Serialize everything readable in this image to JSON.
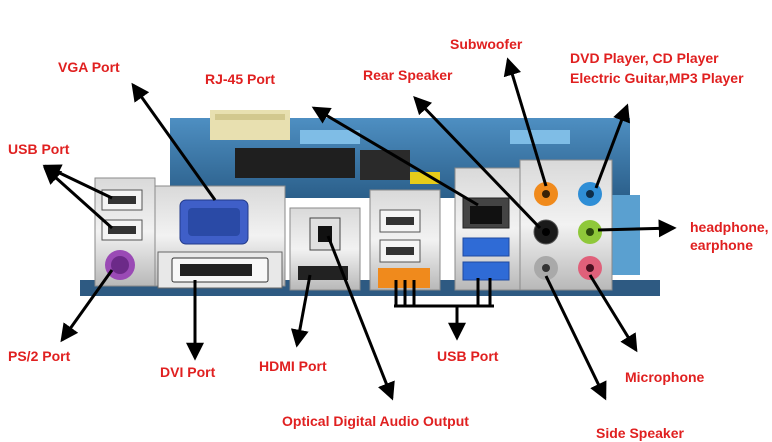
{
  "labels": {
    "vga": "VGA Port",
    "rj45": "RJ-45 Port",
    "rear_speaker": "Rear Speaker",
    "subwoofer": "Subwoofer",
    "dvd_line1": "DVD Player, CD Player",
    "dvd_line2": "Electric Guitar,MP3 Player",
    "usb_left": "USB Port",
    "headphone_line1": "headphone,",
    "headphone_line2": "earphone",
    "ps2": "PS/2 Port",
    "dvi": "DVI Port",
    "hdmi": "HDMI Port",
    "usb_center": "USB Port",
    "microphone": "Microphone",
    "optical": "Optical Digital Audio Output",
    "side_speaker": "Side Speaker"
  },
  "colors": {
    "label": "#e02020",
    "pcb": "#3a78a8",
    "usb3": "#2f6bd6",
    "vga": "#3f5fc8",
    "ps2": "#9a4ab5",
    "audio_orange": "#f08a1c",
    "audio_blue": "#2f8ed6",
    "audio_black": "#1a1a1a",
    "audio_green": "#8fc83a",
    "audio_gray": "#a9a9a9",
    "audio_pink": "#e0607a",
    "arrow": "#000000"
  }
}
